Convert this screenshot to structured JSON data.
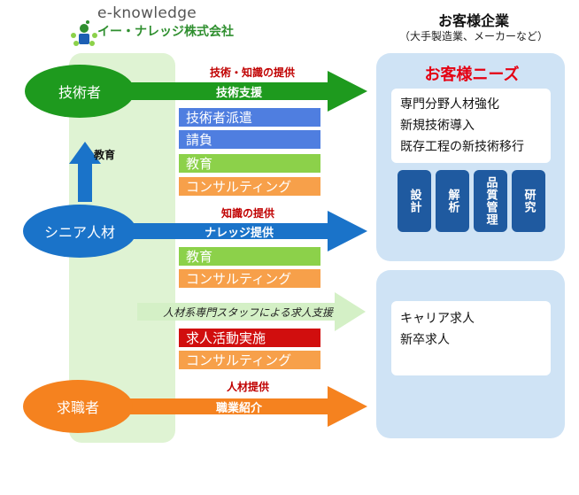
{
  "logo": {
    "name": "e-knowledge",
    "company": "イー・ナレッジ株式会社"
  },
  "client": {
    "title": "お客様企業",
    "subtitle": "（大手製造業、メーカーなど）"
  },
  "needs": {
    "title": "お客様ニーズ",
    "items": [
      "専門分野人材強化",
      "新規技術導入",
      "既存工程の新技術移行"
    ],
    "pills": [
      "設計",
      "解析",
      "品質管理",
      "研究"
    ]
  },
  "recruit": {
    "items": [
      "キャリア求人",
      "新卒求人"
    ]
  },
  "rows": {
    "engineer": {
      "label": "技術者",
      "provide": "技術・知識の提供",
      "arrow": "技術支援",
      "services": [
        "技術者派遣",
        "請負",
        "教育",
        "コンサルティング"
      ]
    },
    "education": {
      "label": "教育"
    },
    "senior": {
      "label": "シニア人材",
      "provide": "知識の提供",
      "arrow": "ナレッジ提供",
      "services": [
        "教育",
        "コンサルティング"
      ]
    },
    "support": {
      "arrow": "人材系専門スタッフによる求人支援",
      "services": [
        "求人活動実施",
        "コンサルティング"
      ]
    },
    "seeker": {
      "label": "求職者",
      "provide": "人材提供",
      "arrow": "職業紹介"
    }
  },
  "colors": {
    "green": "#1e9a1e",
    "blue": "#1a73c9",
    "orange": "#f5821f",
    "svc_blue": "#4f7ee0",
    "svc_green": "#8cd14a",
    "svc_orange": "#f7a04a",
    "svc_red": "#d10e0e",
    "panel": "#cfe3f5",
    "needs_red": "#e50012"
  }
}
